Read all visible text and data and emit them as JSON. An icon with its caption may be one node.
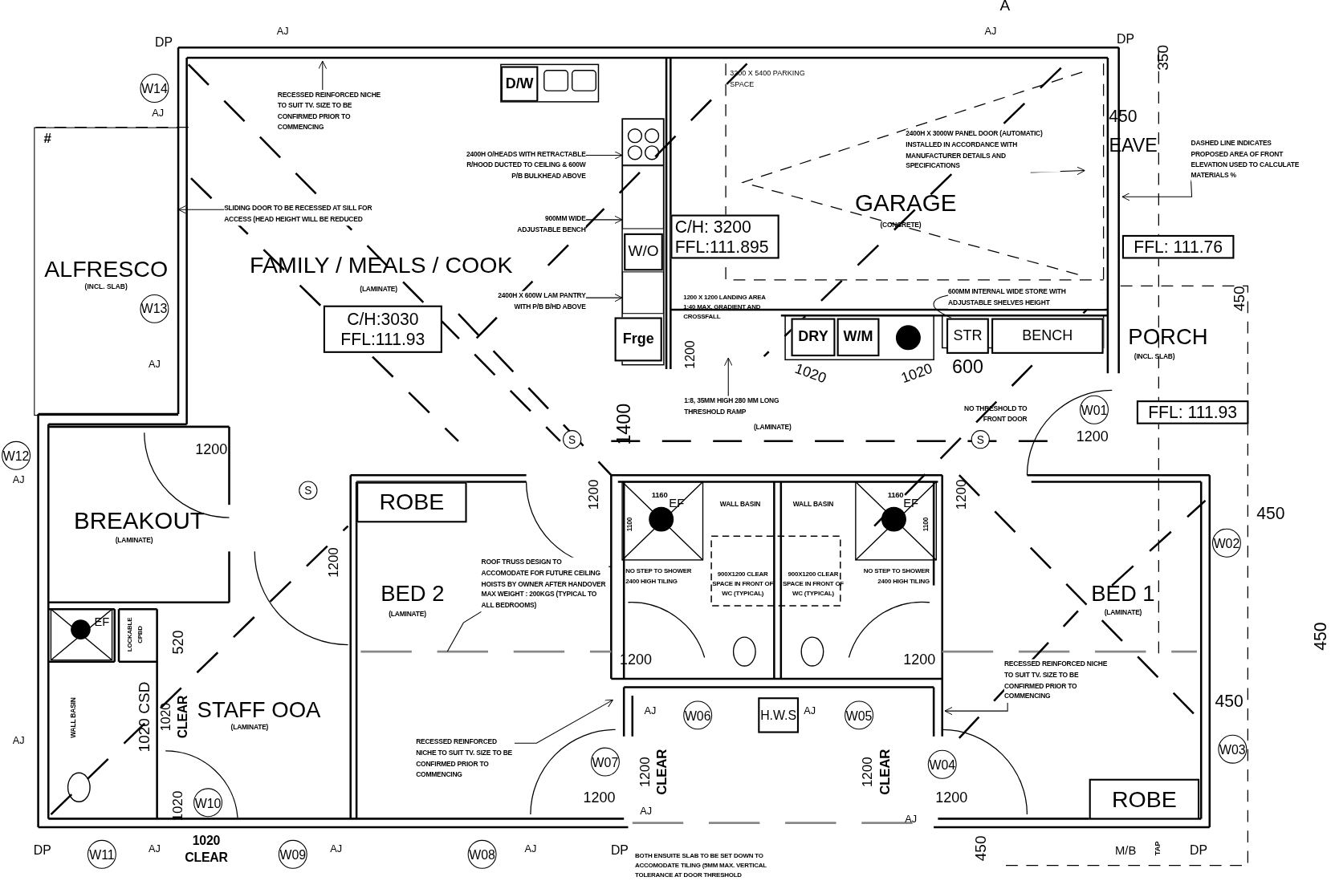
{
  "diagram": {
    "nodes": [
      {
        "text": [
          "D/W"
        ]
      },
      {
        "text": [
          "RECESSED REINFORCED NICHE TO SUIT TV. SIZE TO BE CONFIRMED PRIOR TO COMMENCING"
        ]
      },
      {
        "text": [
          "2400H O/HEADS WITH RETRACTABLE R/HOOD DUCTED TO CEILING & 600W P/B BULKHEAD ABOVE"
        ]
      },
      {
        "text": [
          "W14"
        ]
      },
      {
        "text": [
          "2400H X 3000W PANEL DOOR (AUTOMATIC) INSTALLED IN ACCORDANCE WITH MANUFACTURER DETAILS AND SPECIFICATIONS"
        ]
      },
      {
        "text": [
          "DASHED LINE INDICATES PROPOSED AREA OF FRONT ELEVATION USED TO CALCULATE MATERIALS %"
        ]
      },
      {
        "text": [
          "SLIDING DOOR TO BE RECESSED AT SILL FOR ACCESS (HEAD HEIGHT WILL BE REDUCED"
        ]
      },
      {
        "text": [
          "900MM WIDE ADJUSTABLE BENCH"
        ]
      },
      {
        "text": [
          "C/H: 3200",
          "FFL:111.895"
        ]
      },
      {
        "text": [
          "W/O"
        ]
      },
      {
        "text": [
          "FFL: 111.76"
        ]
      },
      {
        "text": [
          "600MM INTERNAL WIDE STORE WITH ADJUSTABLE SHELVES HEIGHT"
        ]
      },
      {
        "text": [
          "2400H X 600W LAM PANTRY WITH P/B B/HD ABOVE"
        ]
      },
      {
        "text": [
          "W13"
        ],
        "in": 43
      },
      {
        "text": [
          "C/H:3030",
          "FFL:111.93"
        ]
      },
      {
        "text": [
          "Frge"
        ]
      },
      {
        "text": [
          "DRY"
        ]
      },
      {
        "text": [
          "W/M"
        ]
      },
      {
        "text": [
          "STR"
        ]
      },
      {
        "text": [
          "BENCH"
        ]
      },
      {
        "text": [
          "1:8, 35MM HIGH 280 MM LONG THRESHOLD RAMP"
        ]
      },
      {
        "text": [
          "W01"
        ]
      },
      {
        "text": [
          "FFL: 111.93"
        ]
      },
      {
        "text": [
          "S"
        ]
      },
      {
        "text": [
          "S"
        ]
      },
      {
        "text": [
          "W12"
        ]
      },
      {
        "text": [
          "S"
        ]
      },
      {
        "text": [
          "ROBE"
        ]
      },
      {
        "text": [
          "W02"
        ]
      },
      {
        "text": [
          "ROOF TRUSS DESIGN TO ACCOMODATE FOR FUTURE CEILING HOISTS BY OWNER AFTER HANDOVER MAX WEIGHT : 200KGS (TYPICAL TO ALL BEDROOMS)"
        ]
      },
      {
        "text": [
          "RECESSED REINFORCED NICHE TO SUIT TV. SIZE TO BE CONFIRMED PRIOR TO COMMENCING"
        ]
      },
      {
        "text": [
          "W06"
        ]
      },
      {
        "text": [
          "H.W.S"
        ]
      },
      {
        "text": [
          "W05"
        ]
      },
      {
        "text": [
          "RECESSED REINFORCED NICHE TO SUIT TV. SIZE TO BE CONFIRMED PRIOR TO COMMENCING"
        ]
      },
      {
        "text": [
          "W03"
        ]
      },
      {
        "text": [
          "W07"
        ]
      },
      {
        "text": [
          "W04"
        ]
      },
      {
        "text": [
          "W10"
        ]
      },
      {
        "text": [
          "ROBE"
        ]
      },
      {
        "text": [
          "W11"
        ]
      },
      {
        "text": [
          "W09"
        ]
      },
      {
        "text": [
          "W08"
        ]
      },
      {
        "text": [
          "ALFRESCO",
          "(INCL. SLAB)"
        ]
      },
      {
        "text": [],
        "shape": "box"
      },
      {
        "text": [],
        "shape": "box"
      },
      {
        "text": [],
        "shape": "box"
      }
    ],
    "edges": [
      {
        "from": 1,
        "to": null,
        "arrow": "to"
      },
      {
        "from": 2,
        "to": 44,
        "arrow": "to"
      },
      {
        "from": 4,
        "to": null,
        "arrow": "to"
      },
      {
        "from": 5,
        "to": null,
        "arrow": "to"
      },
      {
        "from": 6,
        "to": 43,
        "arrow": "to"
      },
      {
        "from": 7,
        "to": 45,
        "arrow": "to"
      },
      {
        "from": 11,
        "to": 18,
        "arrow": "none"
      },
      {
        "from": 12,
        "to": 46,
        "arrow": "to"
      },
      {
        "from": 20,
        "to": null,
        "arrow": "to"
      },
      {
        "from": 29,
        "to": null,
        "arrow": "none"
      },
      {
        "from": 34,
        "to": null,
        "arrow": "to"
      },
      {
        "from": 30,
        "to": null,
        "arrow": "to"
      }
    ],
    "labels": [
      "A",
      "AJ",
      "AJ",
      "DP",
      "DP",
      "350",
      "450",
      "EAVE",
      "AJ",
      "#",
      "3200 X 5400 PARKING SPACE",
      "GARAGE",
      "(CONCRETE)",
      "FAMILY / MEALS / COOK",
      "(LAMINATE)",
      "1200 X 1200 LANDING AREA 1:40 MAX. GRADIENT AND CROSSFALL",
      "450",
      "PORCH",
      "(INCL. SLAB)",
      "1200",
      "AJ",
      "1020",
      "1020",
      "600",
      "NO THRESHOLD TO FRONT DOOR",
      "(LAMINATE)",
      "1400",
      "1200",
      "1200",
      "AJ",
      "1200",
      "1160",
      "EF",
      "WALL BASIN",
      "WALL BASIN",
      "1160",
      "EF",
      "1200",
      "450",
      "BREAKOUT",
      "(LAMINATE)",
      "1100",
      "1100",
      "1200",
      "NO STEP TO SHOWER 2400 HIGH TILING",
      "900X1200 CLEAR SPACE IN FRONT OF WC (TYPICAL)",
      "900X1200 CLEAR SPACE IN FRONT OF WC (TYPICAL)",
      "NO STEP TO SHOWER 2400 HIGH TILING",
      "BED 2",
      "(LAMINATE)",
      "BED 1",
      "(LAMINATE)",
      "EF",
      "LOCKABLE CPBD",
      "520",
      "450",
      "1200",
      "1200",
      "450",
      "STAFF OOA",
      "(LAMINATE)",
      "WALL BASIN",
      "1020 CSD",
      "1020",
      "CLEAR",
      "AJ",
      "AJ",
      "AJ",
      "1200",
      "CLEAR",
      "1200",
      "CLEAR",
      "1020",
      "1200",
      "1200",
      "AJ",
      "AJ",
      "450",
      "DP",
      "AJ",
      "1020",
      "CLEAR",
      "AJ",
      "AJ",
      "DP",
      "M/B",
      "TAP",
      "DP",
      "BOTH ENSUITE SLAB TO BE SET DOWN TO ACCOMODATE TILING (5MM MAX. VERTICAL TOLERANCE AT DOOR THRESHOLD"
    ]
  }
}
